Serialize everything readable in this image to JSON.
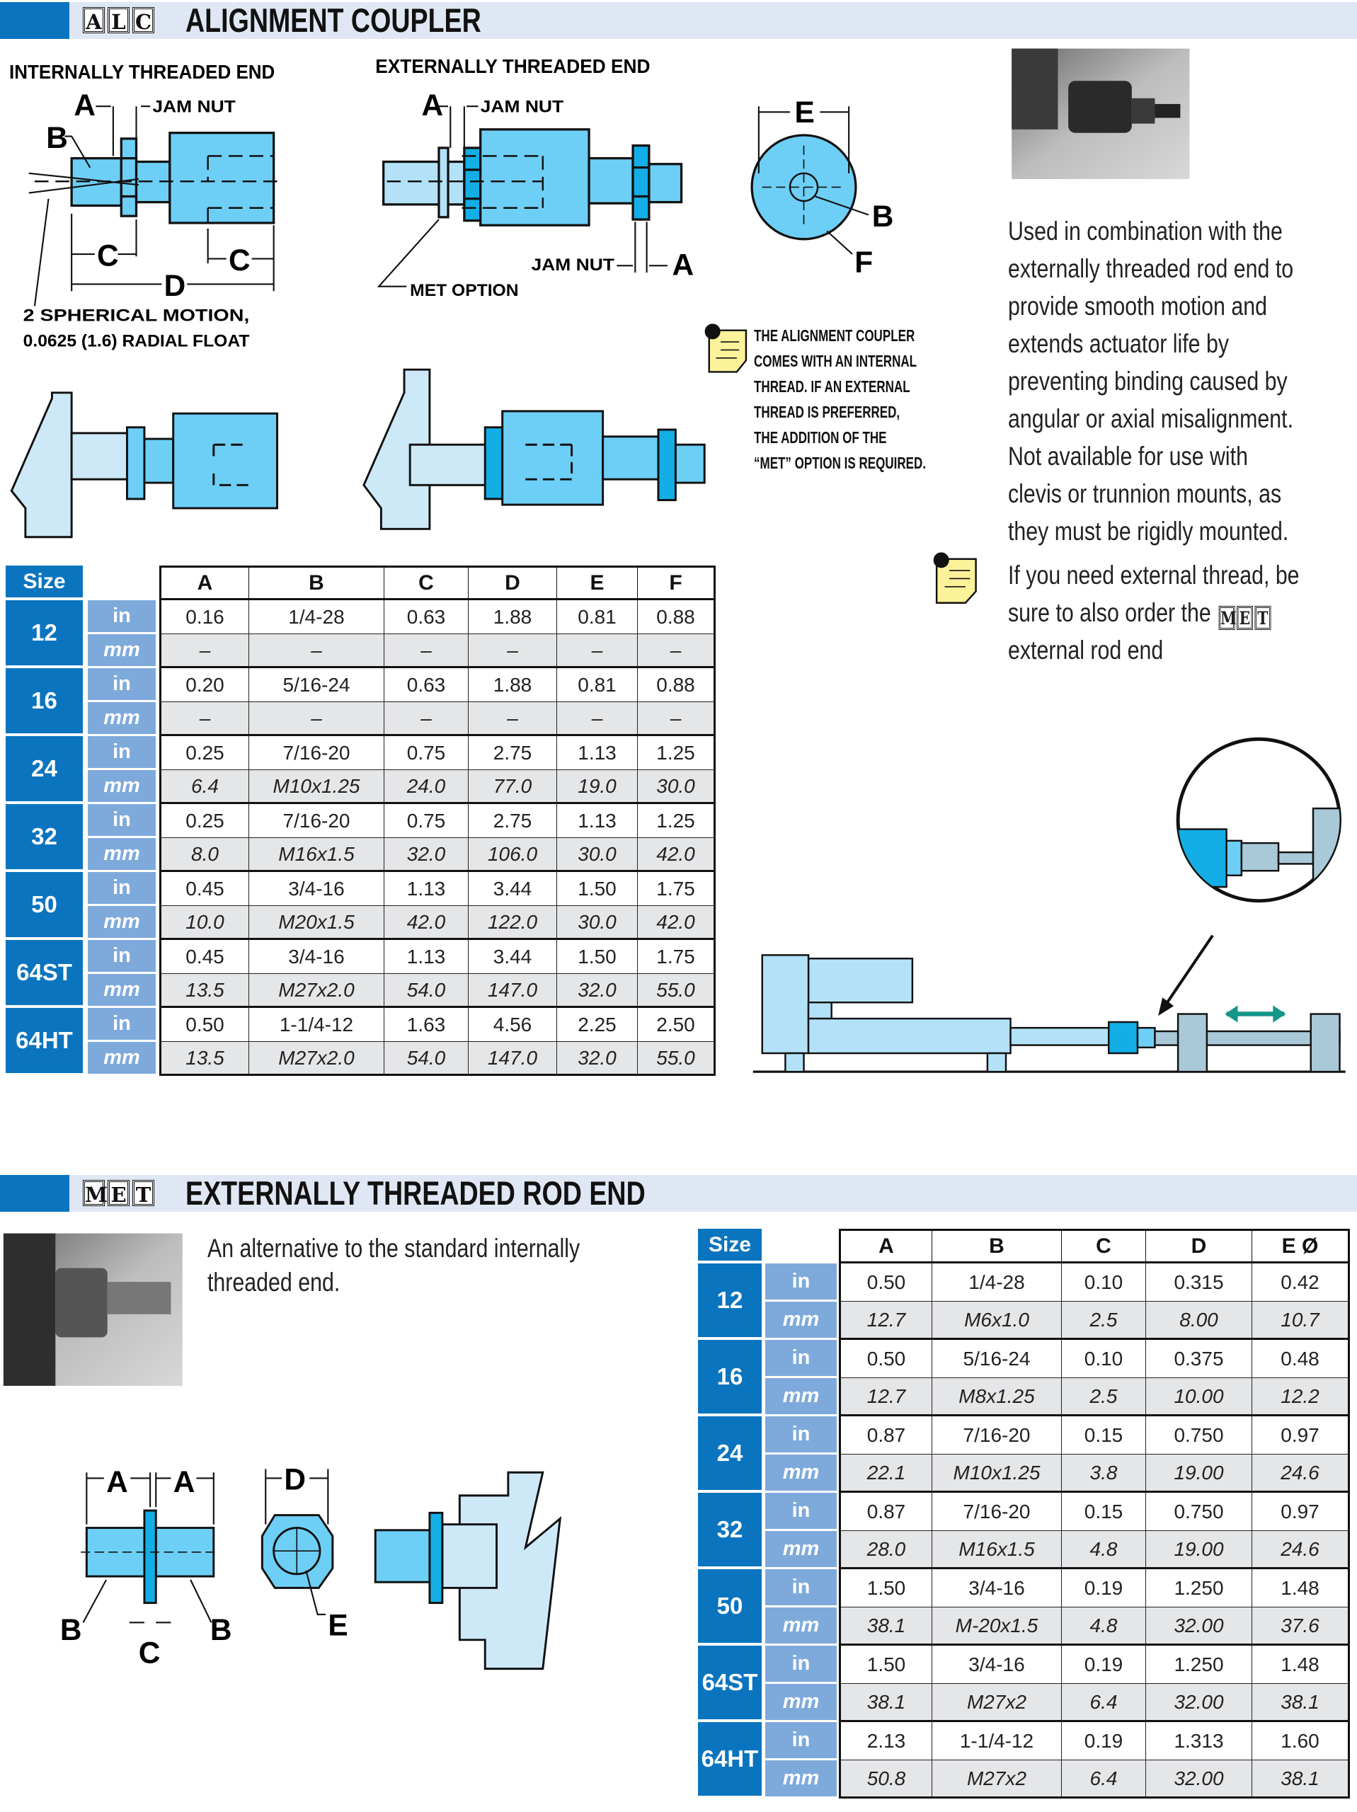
{
  "alc": {
    "code": [
      "A",
      "L",
      "C"
    ],
    "title": "ALIGNMENT COUPLER",
    "internal_diagram": {
      "title": "INTERNALLY THREADED END",
      "label_a": "A",
      "jam_nut": "JAM NUT",
      "label_b": "B",
      "label_c": "C",
      "label_d": "D",
      "motion_note_1": "2 SPHERICAL MOTION,",
      "motion_note_2": "0.0625 (1.6) RADIAL FLOAT"
    },
    "external_diagram": {
      "title": "EXTERNALLY THREADED END",
      "label_a": "A",
      "jam_nut": "JAM NUT",
      "met_option": "MET OPTION"
    },
    "end_view": {
      "label_e": "E",
      "label_b": "B",
      "label_f": "F"
    },
    "note_lines": [
      "THE ALIGNMENT COUPLER",
      "COMES WITH AN INTERNAL",
      "THREAD. IF AN EXTERNAL",
      "THREAD IS PREFERRED,",
      "THE ADDITION OF THE",
      "“MET” OPTION IS REQUIRED."
    ],
    "description_lines": [
      "Used in combination with the",
      "externally threaded rod end to",
      "provide smooth motion and",
      "extends actuator life by",
      "preventing binding caused by",
      "angular or axial misalignment.",
      "Not available for use with",
      "clevis or trunnion mounts, as",
      "they must be rigidly mounted."
    ],
    "met_note": {
      "line1": "If you need external thread, be",
      "line2": "sure to also order the",
      "code": [
        "M",
        "E",
        "T"
      ],
      "line3": "external rod end"
    },
    "table": {
      "size_label": "Size",
      "columns": [
        "A",
        "B",
        "C",
        "D",
        "E",
        "F"
      ],
      "units": {
        "in": "in",
        "mm": "mm"
      },
      "rows": [
        {
          "size": "12",
          "in": [
            "0.16",
            "1/4-28",
            "0.63",
            "1.88",
            "0.81",
            "0.88"
          ],
          "mm": [
            "–",
            "–",
            "–",
            "–",
            "–",
            "–"
          ]
        },
        {
          "size": "16",
          "in": [
            "0.20",
            "5/16-24",
            "0.63",
            "1.88",
            "0.81",
            "0.88"
          ],
          "mm": [
            "–",
            "–",
            "–",
            "–",
            "–",
            "–"
          ]
        },
        {
          "size": "24",
          "in": [
            "0.25",
            "7/16-20",
            "0.75",
            "2.75",
            "1.13",
            "1.25"
          ],
          "mm": [
            "6.4",
            "M10x1.25",
            "24.0",
            "77.0",
            "19.0",
            "30.0"
          ]
        },
        {
          "size": "32",
          "in": [
            "0.25",
            "7/16-20",
            "0.75",
            "2.75",
            "1.13",
            "1.25"
          ],
          "mm": [
            "8.0",
            "M16x1.5",
            "32.0",
            "106.0",
            "30.0",
            "42.0"
          ]
        },
        {
          "size": "50",
          "in": [
            "0.45",
            "3/4-16",
            "1.13",
            "3.44",
            "1.50",
            "1.75"
          ],
          "mm": [
            "10.0",
            "M20x1.5",
            "42.0",
            "122.0",
            "30.0",
            "42.0"
          ]
        },
        {
          "size": "64ST",
          "in": [
            "0.45",
            "3/4-16",
            "1.13",
            "3.44",
            "1.50",
            "1.75"
          ],
          "mm": [
            "13.5",
            "M27x2.0",
            "54.0",
            "147.0",
            "32.0",
            "55.0"
          ]
        },
        {
          "size": "64HT",
          "in": [
            "0.50",
            "1-1/4-12",
            "1.63",
            "4.56",
            "2.25",
            "2.50"
          ],
          "mm": [
            "13.5",
            "M27x2.0",
            "54.0",
            "147.0",
            "32.0",
            "55.0"
          ]
        }
      ]
    }
  },
  "met": {
    "code": [
      "M",
      "E",
      "T"
    ],
    "title": "EXTERNALLY THREADED ROD END",
    "description_lines": [
      "An alternative to the standard internally",
      "threaded end."
    ],
    "diagram": {
      "label_a": "A",
      "label_b": "B",
      "label_c": "C",
      "label_d": "D",
      "label_e": "E"
    },
    "table": {
      "size_label": "Size",
      "columns": [
        "A",
        "B",
        "C",
        "D",
        "E Ø"
      ],
      "units": {
        "in": "in",
        "mm": "mm"
      },
      "rows": [
        {
          "size": "12",
          "in": [
            "0.50",
            "1/4-28",
            "0.10",
            "0.315",
            "0.42"
          ],
          "mm": [
            "12.7",
            "M6x1.0",
            "2.5",
            "8.00",
            "10.7"
          ]
        },
        {
          "size": "16",
          "in": [
            "0.50",
            "5/16-24",
            "0.10",
            "0.375",
            "0.48"
          ],
          "mm": [
            "12.7",
            "M8x1.25",
            "2.5",
            "10.00",
            "12.2"
          ]
        },
        {
          "size": "24",
          "in": [
            "0.87",
            "7/16-20",
            "0.15",
            "0.750",
            "0.97"
          ],
          "mm": [
            "22.1",
            "M10x1.25",
            "3.8",
            "19.00",
            "24.6"
          ]
        },
        {
          "size": "32",
          "in": [
            "0.87",
            "7/16-20",
            "0.15",
            "0.750",
            "0.97"
          ],
          "mm": [
            "28.0",
            "M16x1.5",
            "4.8",
            "19.00",
            "24.6"
          ]
        },
        {
          "size": "50",
          "in": [
            "1.50",
            "3/4-16",
            "0.19",
            "1.250",
            "1.48"
          ],
          "mm": [
            "38.1",
            "M-20x1.5",
            "4.8",
            "32.00",
            "37.6"
          ]
        },
        {
          "size": "64ST",
          "in": [
            "1.50",
            "3/4-16",
            "0.19",
            "1.250",
            "1.48"
          ],
          "mm": [
            "38.1",
            "M27x2",
            "6.4",
            "32.00",
            "38.1"
          ]
        },
        {
          "size": "64HT",
          "in": [
            "2.13",
            "1-1/4-12",
            "0.19",
            "1.313",
            "1.60"
          ],
          "mm": [
            "50.8",
            "M27x2",
            "6.4",
            "32.00",
            "38.1"
          ]
        }
      ]
    }
  },
  "colors": {
    "brand_blue": "#0a74bf",
    "unit_blue": "#7eaadb",
    "part_blue": "#6dcff6",
    "part_dark": "#14aee6",
    "header_bg": "#dfe7f4"
  }
}
